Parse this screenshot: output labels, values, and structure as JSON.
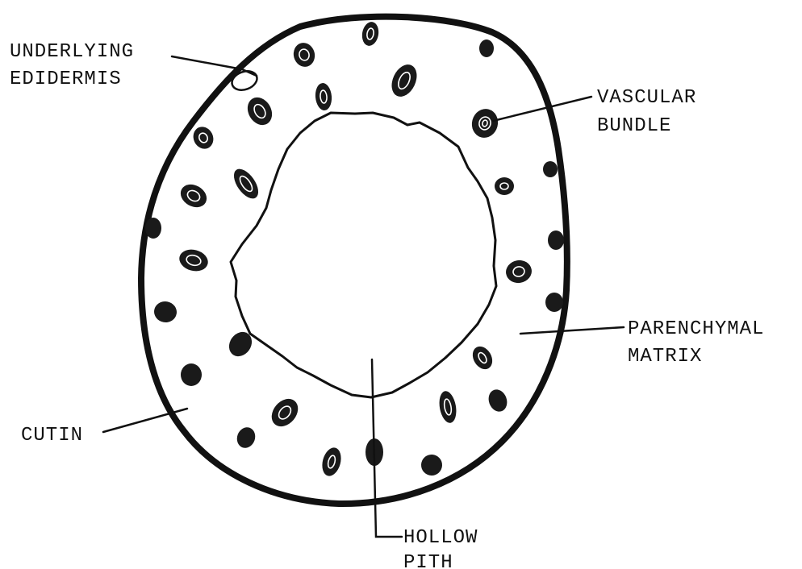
{
  "labels": {
    "underlying_epidermis": [
      "UNDERLYING",
      "EDIDERMIS"
    ],
    "vascular_bundle": [
      "VASCULAR",
      "BUNDLE"
    ],
    "parenchymal_matrix": [
      "PARENCHYMAL",
      "MATRIX"
    ],
    "cutin": [
      "CUTIN"
    ],
    "hollow_pith": [
      "HOLLOW",
      "PITH"
    ]
  },
  "colors": {
    "ink": "#111111",
    "paper": "#ffffff"
  }
}
